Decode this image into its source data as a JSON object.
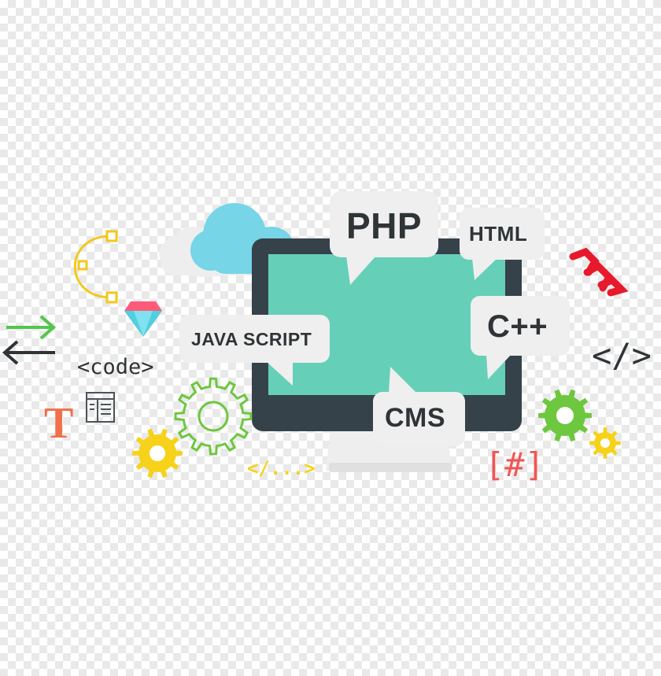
{
  "labels": {
    "php": "PHP",
    "html": "HTML",
    "javascript": "JAVA SCRIPT",
    "cpp": "C++",
    "cms": "CMS",
    "code_tag": "<code>",
    "closing_tag": "</>",
    "ellipsis_tag": "</...>",
    "hash_tag": "[#]",
    "type_t": "T"
  },
  "colors": {
    "screen": "#66cfb8",
    "monitor_frame": "#36424a",
    "stand": "#f1f1f1",
    "bubble": "#efefef",
    "label_text": "#2f3437",
    "cloud_light": "#eeeeee",
    "cloud_blue": "#76d5e6",
    "green_gear": "#6dc73f",
    "yellow_gear": "#f6d21a",
    "pen_path": "#f2c81d",
    "gem": "#ff5a7a",
    "chain": "#e8192c",
    "hash_tag": "#f25555",
    "type_t": "#f0704a",
    "arrow_green": "#53c64c",
    "arrow_dark": "#2f3437"
  },
  "icons": [
    "cloud-icon",
    "pen-path-icon",
    "gem-icon",
    "swap-arrows-icon",
    "layout-icon",
    "type-icon",
    "gear-icon",
    "chain-link-icon"
  ]
}
